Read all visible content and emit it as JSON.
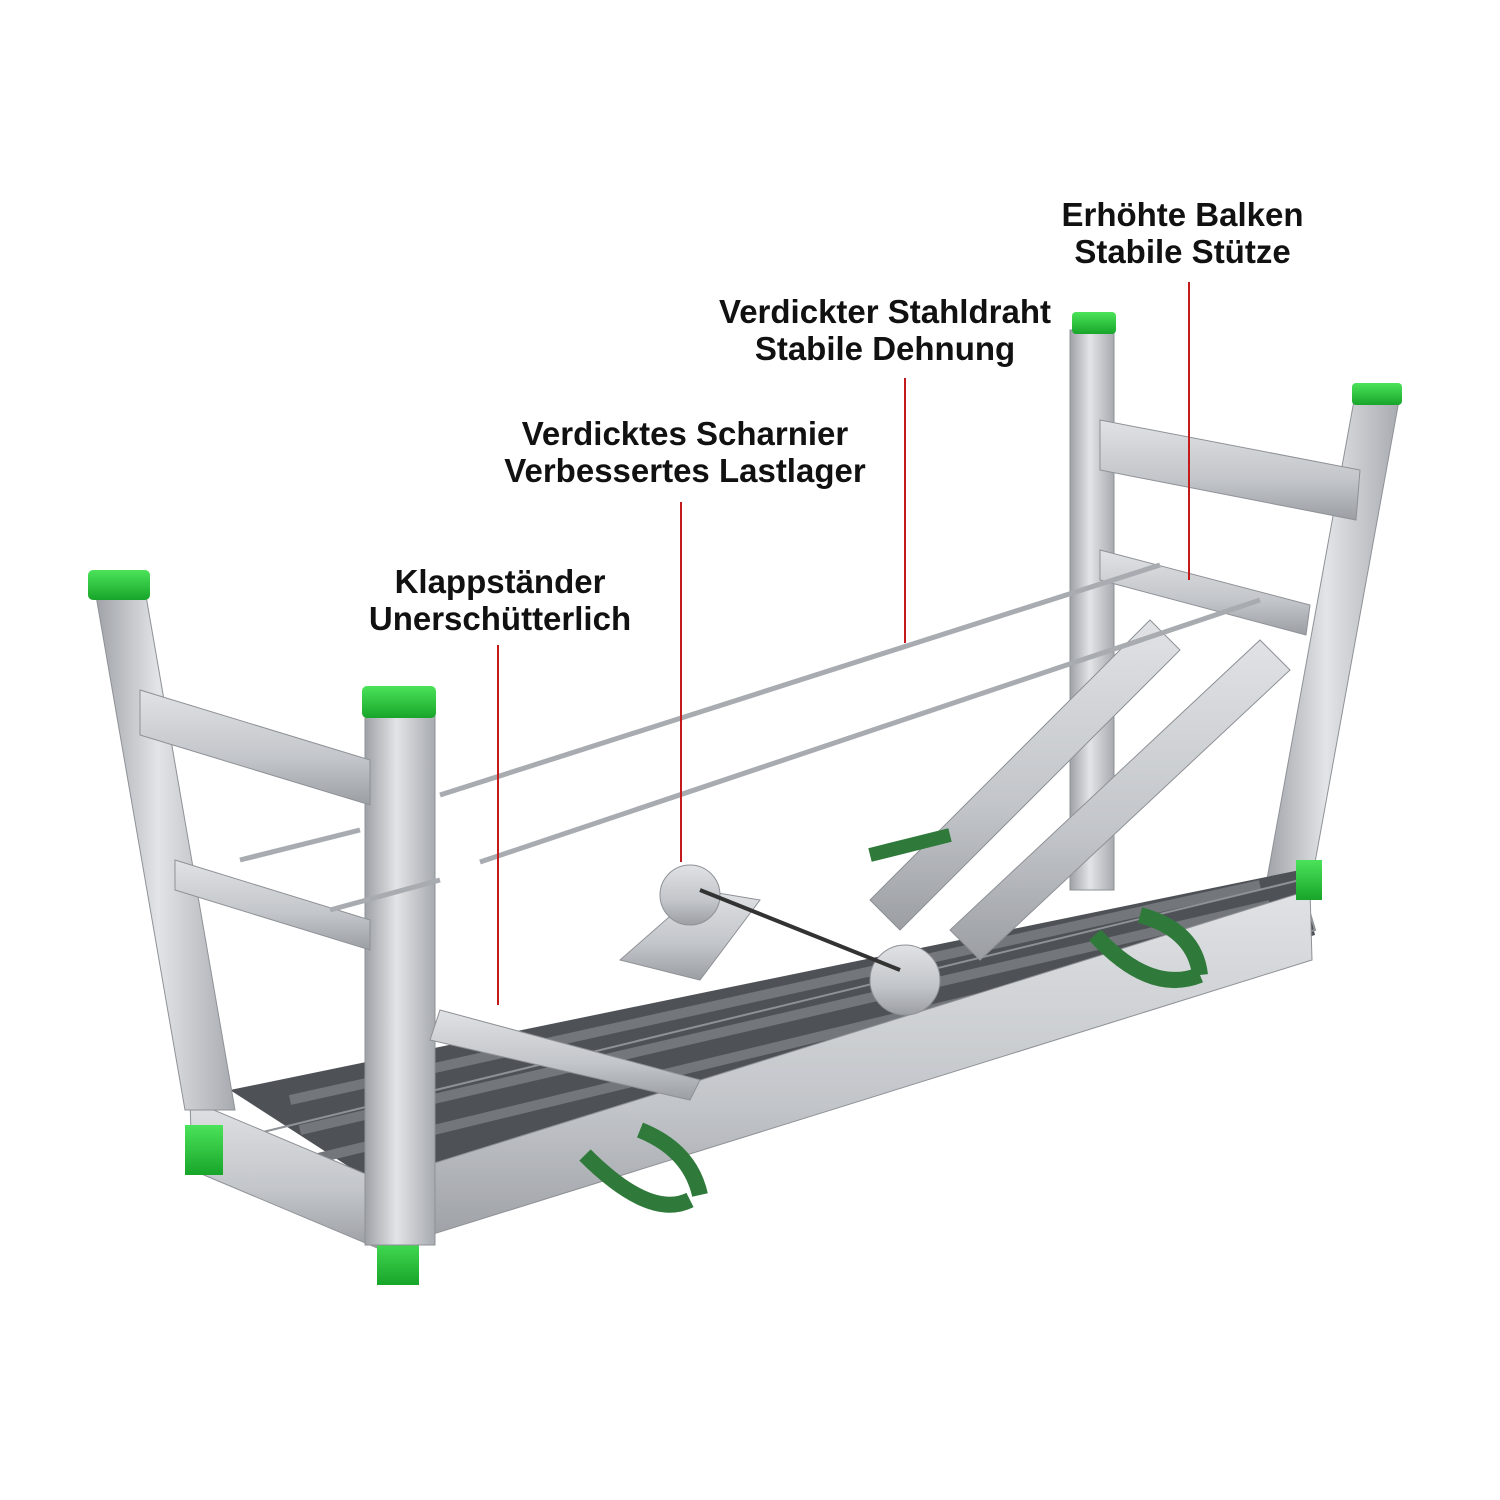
{
  "callouts": {
    "klapp": {
      "line1": "Klappständer",
      "line2": "Unerschütterlich"
    },
    "scharnier": {
      "line1": "Verdicktes Scharnier",
      "line2": "Verbessertes Lastlager"
    },
    "stahldraht": {
      "line1": "Verdickter Stahldraht",
      "line2": "Stabile Dehnung"
    },
    "balken": {
      "line1": "Erhöhte Balken",
      "line2": "Stabile Stütze"
    }
  },
  "colors": {
    "leader": "#c41a1a",
    "cap_green": "#22c93a",
    "strap_green": "#2f7a3a",
    "strap_yellow": "#d8c426",
    "frame_light": "#d6d8db",
    "frame_mid": "#b5b8bc",
    "frame_dark": "#8e9196",
    "deck_dark": "#4e5257"
  }
}
